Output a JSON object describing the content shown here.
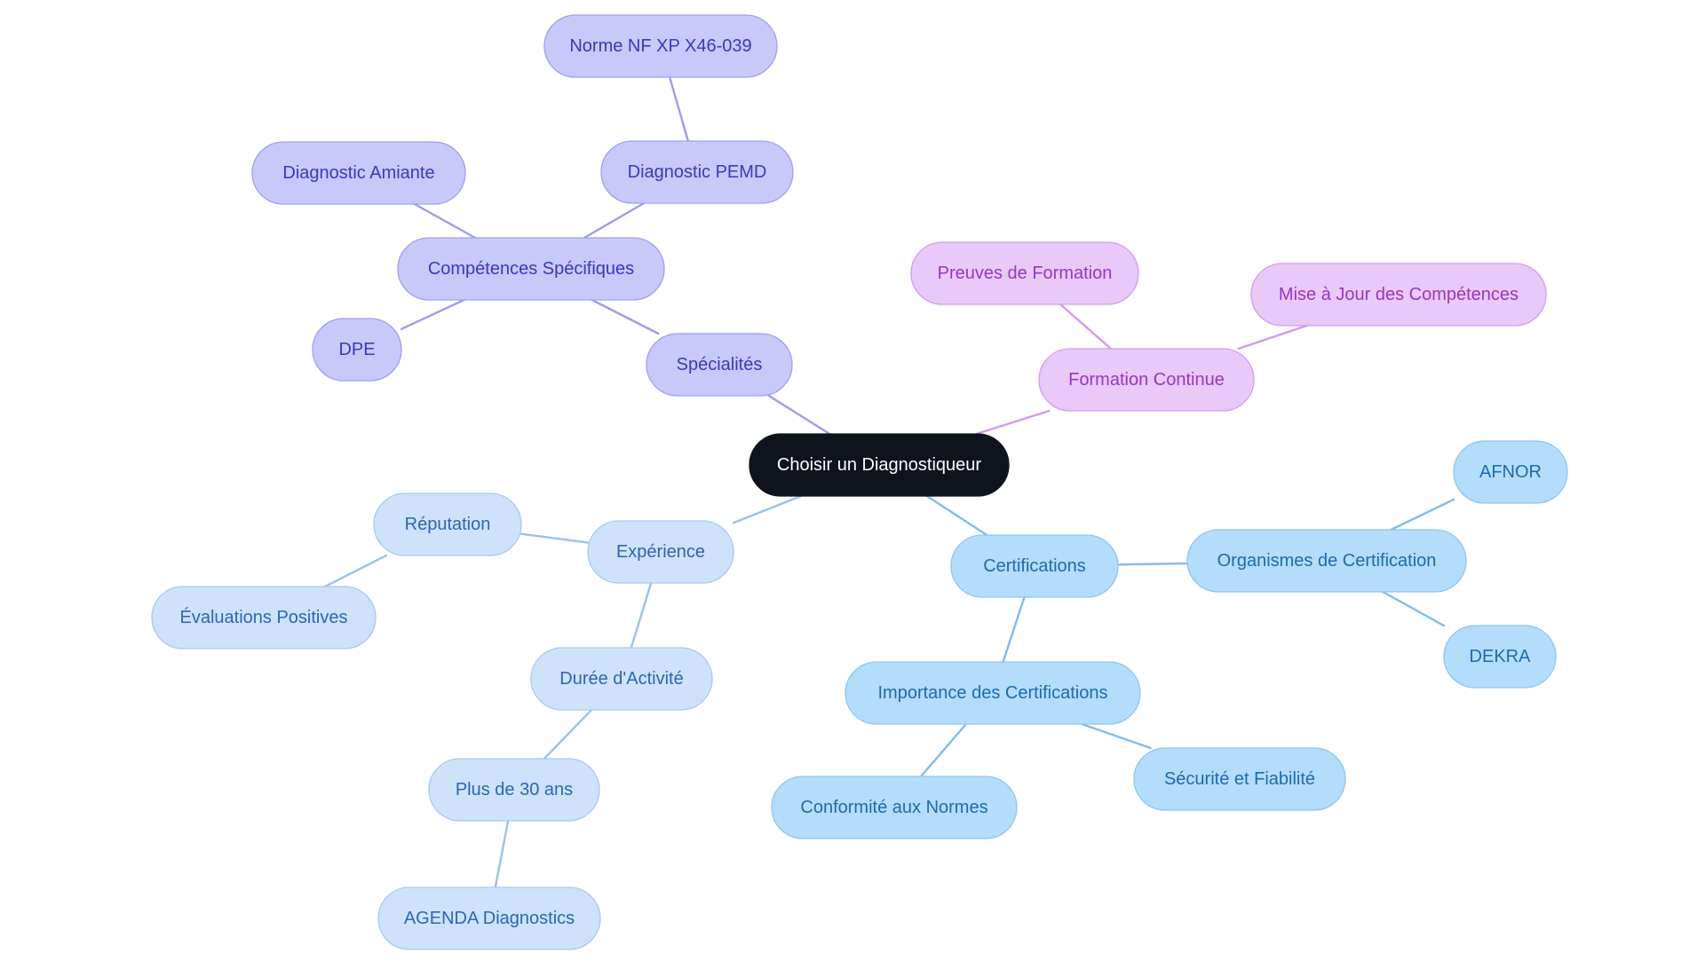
{
  "palette": {
    "root": {
      "fill": "#0f141c",
      "stroke": "#0f141c",
      "text": "#ffffff"
    },
    "violet": {
      "fill": "#c8c8fb",
      "stroke": "#a0a0f0",
      "text": "#3a3ab8",
      "edge": "#9d9ded"
    },
    "purple": {
      "fill": "#e8c9f8",
      "stroke": "#d39cf0",
      "text": "#9a35c3",
      "edge": "#d09aeb"
    },
    "lightblue": {
      "fill": "#cfe2fb",
      "stroke": "#a8c9f0",
      "text": "#2c66b5",
      "edge": "#9cc1ea"
    },
    "skyblue": {
      "fill": "#b4dcfb",
      "stroke": "#8ec6f0",
      "text": "#1c6cac",
      "edge": "#7fbce9"
    }
  },
  "mindmap": {
    "root": {
      "id": "root",
      "label": "Choisir un Diagnostiqueur",
      "theme": "root"
    },
    "nodes": [
      {
        "id": "specialites",
        "label": "Spécialités",
        "theme": "violet",
        "parent": "root"
      },
      {
        "id": "competences",
        "label": "Compétences Spécifiques",
        "theme": "violet",
        "parent": "specialites"
      },
      {
        "id": "pemd",
        "label": "Diagnostic PEMD",
        "theme": "violet",
        "parent": "competences"
      },
      {
        "id": "norme",
        "label": "Norme NF XP X46-039",
        "theme": "violet",
        "parent": "pemd"
      },
      {
        "id": "amiante",
        "label": "Diagnostic Amiante",
        "theme": "violet",
        "parent": "competences"
      },
      {
        "id": "dpe",
        "label": "DPE",
        "theme": "violet",
        "parent": "competences"
      },
      {
        "id": "formation",
        "label": "Formation Continue",
        "theme": "purple",
        "parent": "root"
      },
      {
        "id": "preuves",
        "label": "Preuves de Formation",
        "theme": "purple",
        "parent": "formation"
      },
      {
        "id": "majcomp",
        "label": "Mise à Jour des Compétences",
        "theme": "purple",
        "parent": "formation"
      },
      {
        "id": "experience",
        "label": "Expérience",
        "theme": "lightblue",
        "parent": "root"
      },
      {
        "id": "reputation",
        "label": "Réputation",
        "theme": "lightblue",
        "parent": "experience"
      },
      {
        "id": "evaluations",
        "label": "Évaluations Positives",
        "theme": "lightblue",
        "parent": "reputation"
      },
      {
        "id": "duree",
        "label": "Durée d'Activité",
        "theme": "lightblue",
        "parent": "experience"
      },
      {
        "id": "plus30",
        "label": "Plus de 30 ans",
        "theme": "lightblue",
        "parent": "duree"
      },
      {
        "id": "agenda",
        "label": "AGENDA Diagnostics",
        "theme": "lightblue",
        "parent": "plus30"
      },
      {
        "id": "certifications",
        "label": "Certifications",
        "theme": "skyblue",
        "parent": "root"
      },
      {
        "id": "organismes",
        "label": "Organismes de Certification",
        "theme": "skyblue",
        "parent": "certifications"
      },
      {
        "id": "afnor",
        "label": "AFNOR",
        "theme": "skyblue",
        "parent": "organismes"
      },
      {
        "id": "dekra",
        "label": "DEKRA",
        "theme": "skyblue",
        "parent": "organismes"
      },
      {
        "id": "importance",
        "label": "Importance des Certifications",
        "theme": "skyblue",
        "parent": "certifications"
      },
      {
        "id": "conformite",
        "label": "Conformité aux Normes",
        "theme": "skyblue",
        "parent": "importance"
      },
      {
        "id": "securite",
        "label": "Sécurité et Fiabilité",
        "theme": "skyblue",
        "parent": "importance"
      }
    ]
  }
}
